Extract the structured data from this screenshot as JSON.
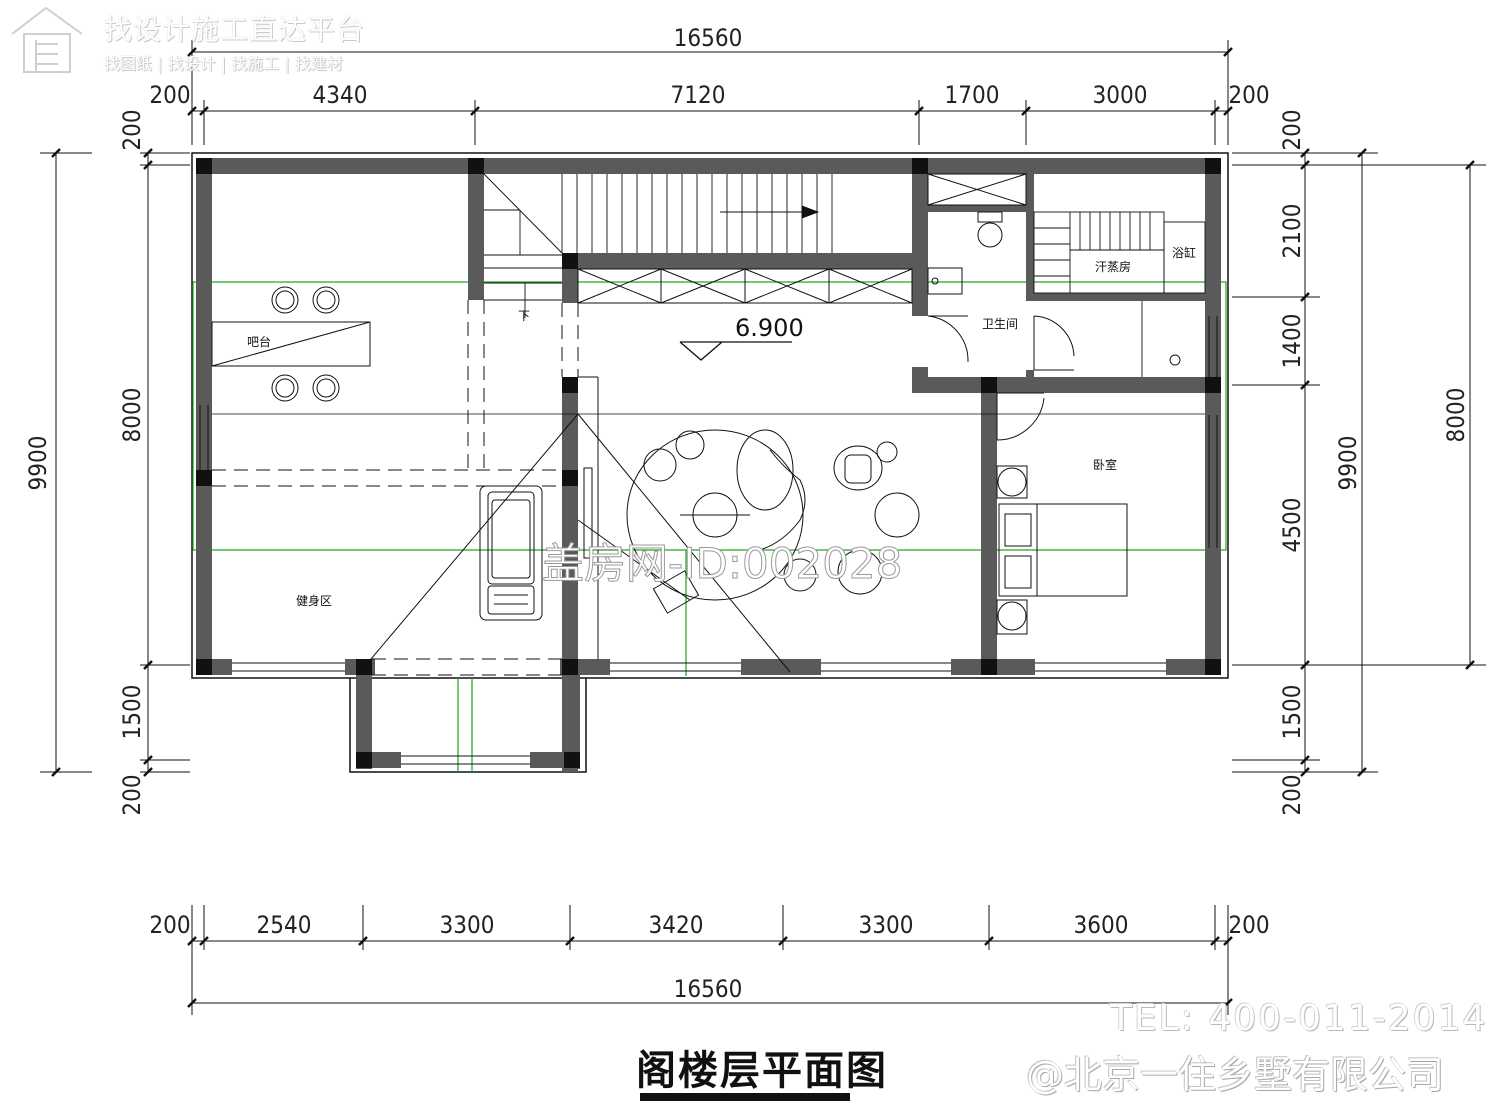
{
  "watermark": {
    "line1": "找设计施工直达平台",
    "line2": "找图纸 | 找设计 | 找施工 | 找建材",
    "center": "盖房网-ID:002028",
    "tel": "TEL: 400-011-2014",
    "company": "@北京一住乡墅有限公司"
  },
  "plan_title": "阁楼层平面图",
  "level": "6.900",
  "stair_label": "下",
  "rooms": {
    "bar": "吧台",
    "gym": "健身区",
    "bath": "卫生间",
    "sauna": "汗蒸房",
    "tub": "浴缸",
    "bedroom": "卧室"
  },
  "dims": {
    "top_total": "16560",
    "top_segments": [
      "200",
      "4340",
      "7120",
      "1700",
      "3000",
      "200"
    ],
    "bottom_segments": [
      "200",
      "2540",
      "3300",
      "3420",
      "3300",
      "3600",
      "200"
    ],
    "bottom_total": "16560",
    "left_inner": [
      "200",
      "8000",
      "1500",
      "200"
    ],
    "left_total": "9900",
    "right_inner": [
      "200",
      "2100",
      "1400",
      "4500",
      "1500",
      "200"
    ],
    "right_total_a": "9900",
    "right_total_b": "8000"
  },
  "colors": {
    "wall": "#5a5a5a",
    "line": "#111111",
    "green": "#1aa31a"
  }
}
